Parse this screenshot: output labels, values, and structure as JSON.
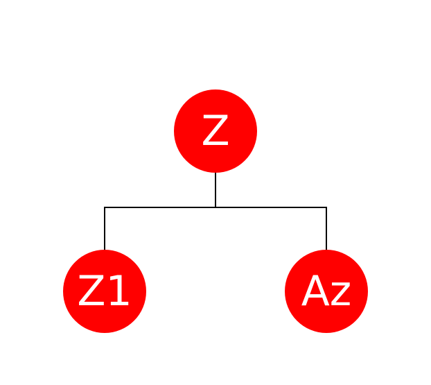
{
  "tree": {
    "node_color": "#ff0000",
    "label_color": "#ffffff",
    "edge_color": "#000000",
    "root": {
      "label": "Z"
    },
    "children": [
      {
        "label": "Z1"
      },
      {
        "label": "Az"
      }
    ]
  }
}
